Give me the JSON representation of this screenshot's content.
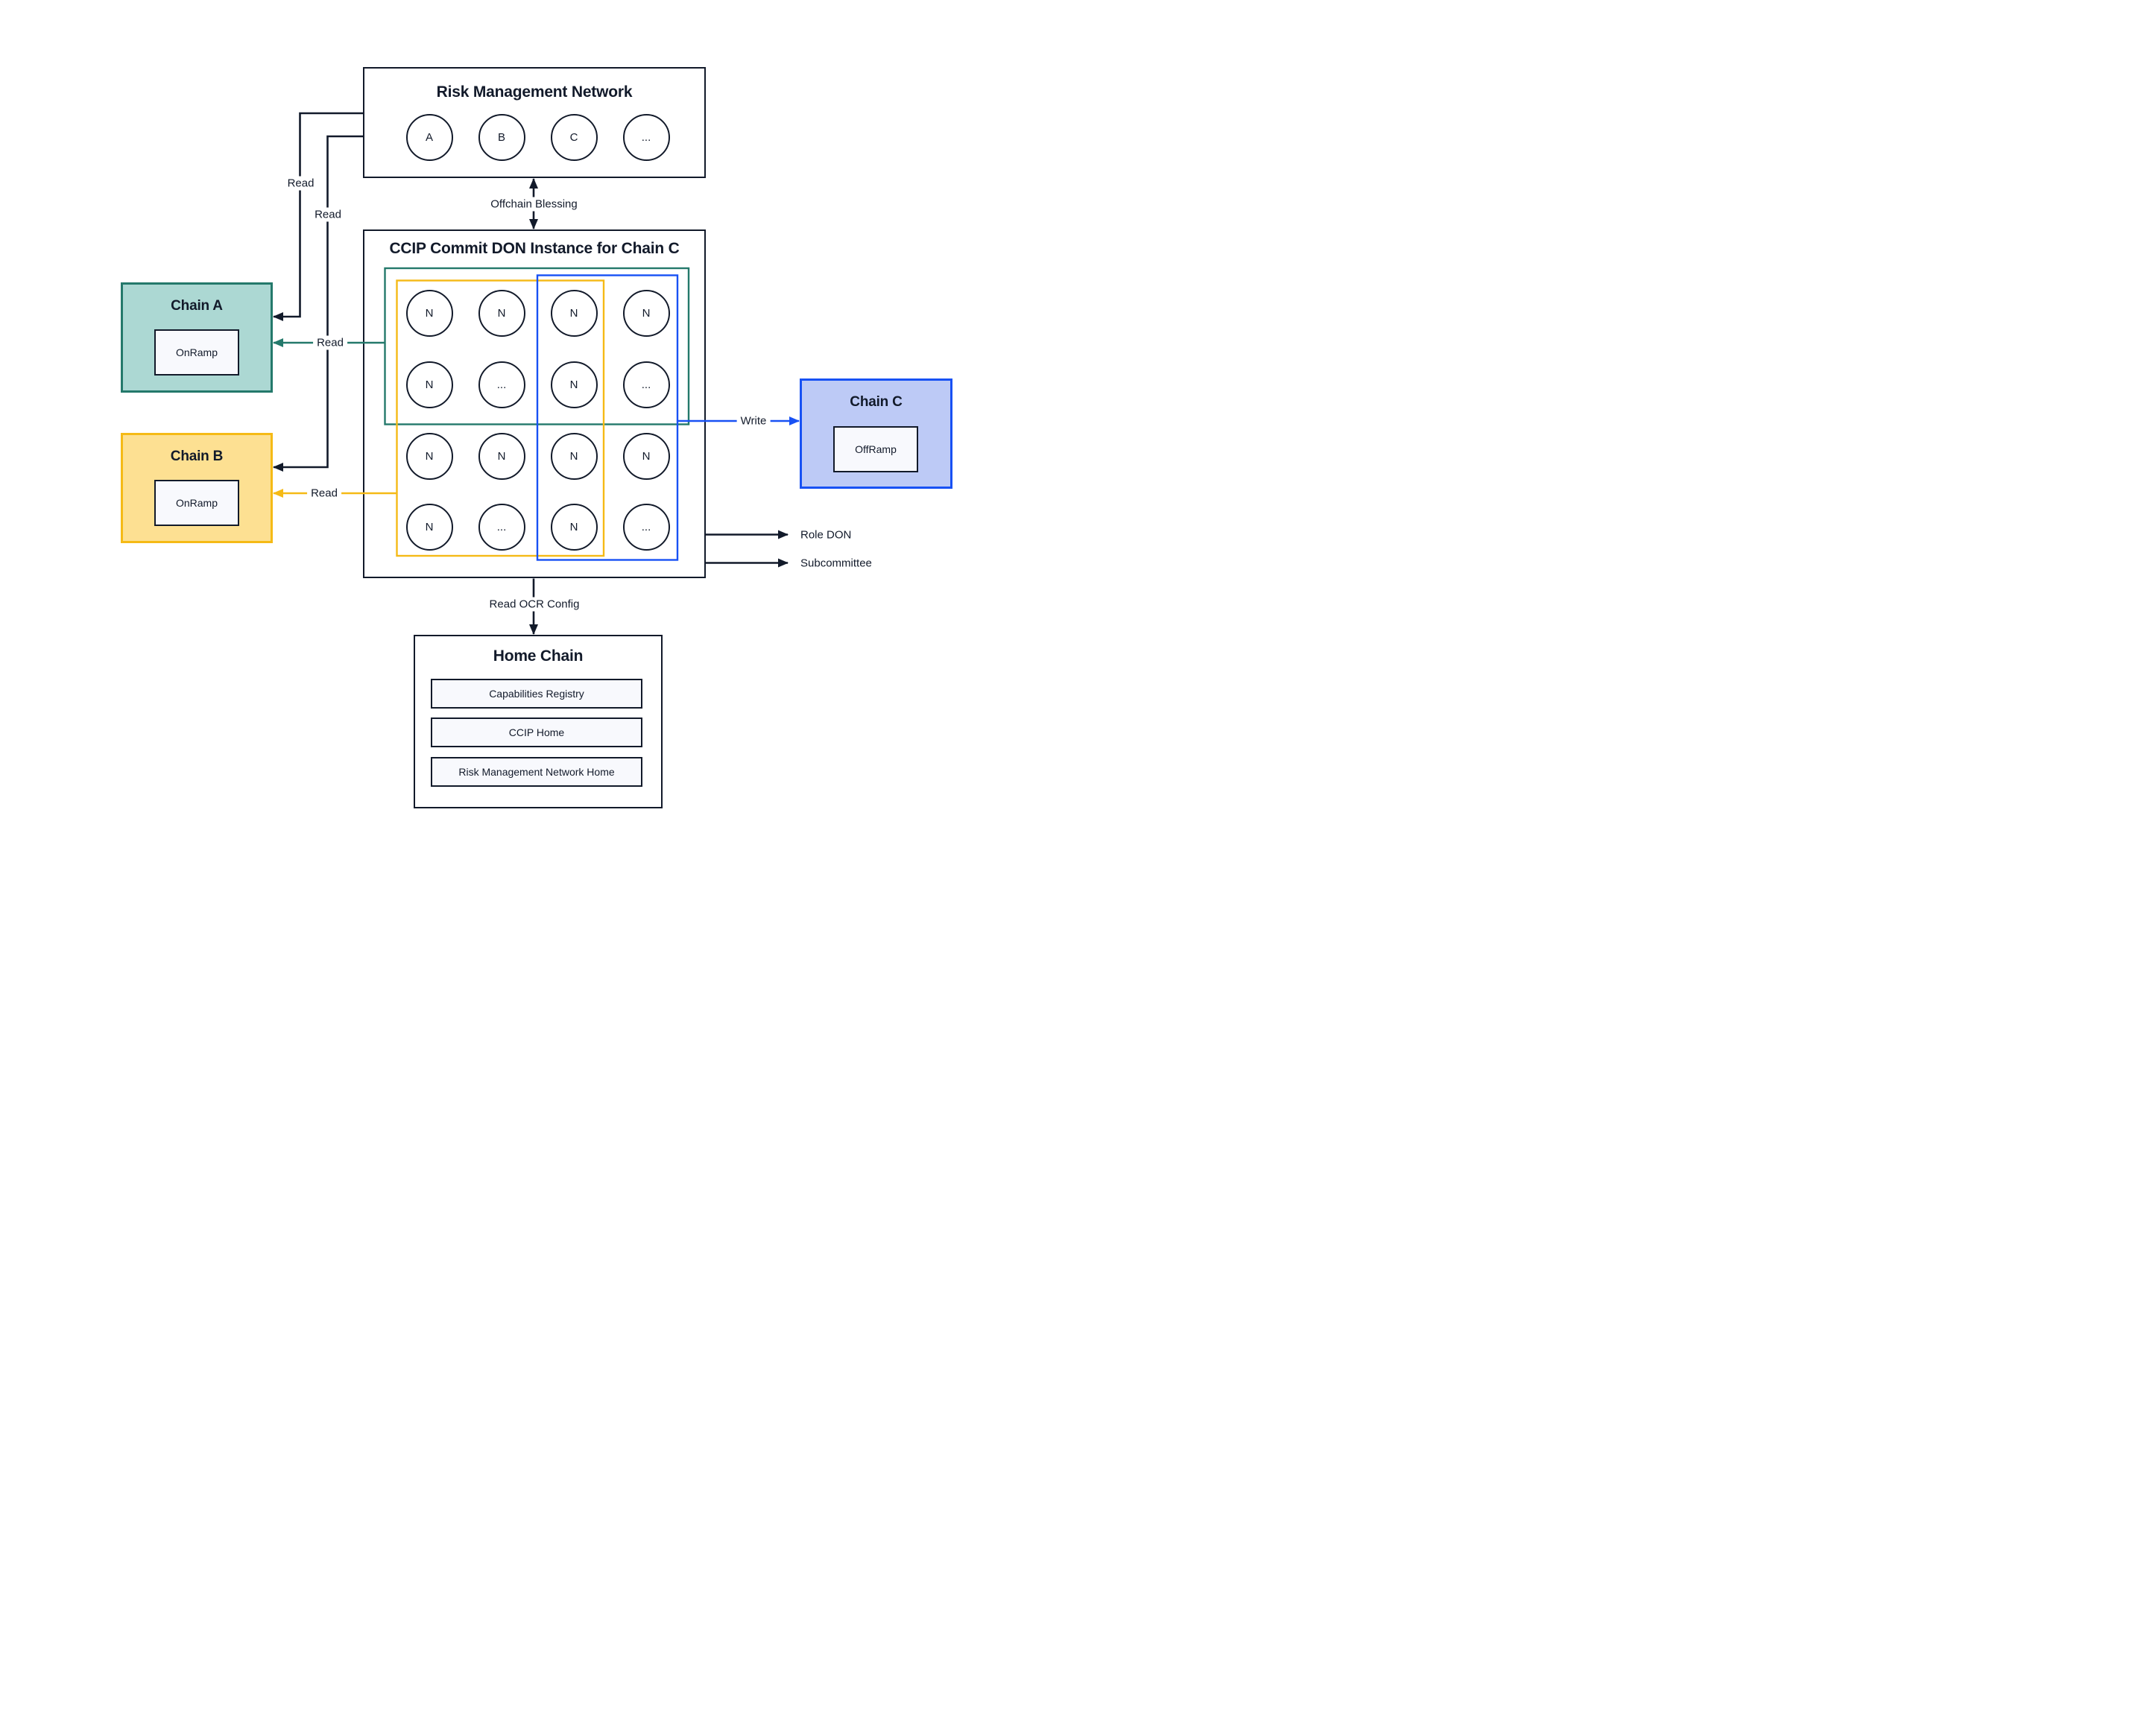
{
  "diagram": {
    "rmn": {
      "title": "Risk Management Network",
      "nodes": [
        "A",
        "B",
        "C",
        "..."
      ]
    },
    "ccip_don": {
      "title": "CCIP Commit DON Instance for Chain C",
      "nodes": [
        "N",
        "N",
        "N",
        "N",
        "N",
        "...",
        "N",
        "...",
        "N",
        "N",
        "N",
        "N",
        "N",
        "...",
        "N",
        "..."
      ]
    },
    "chain_a": {
      "title": "Chain A",
      "contract": "OnRamp"
    },
    "chain_b": {
      "title": "Chain B",
      "contract": "OnRamp"
    },
    "chain_c": {
      "title": "Chain C",
      "contract": "OffRamp"
    },
    "home_chain": {
      "title": "Home Chain",
      "contracts": [
        "Capabilities Registry",
        "CCIP Home",
        "Risk Management Network Home"
      ]
    },
    "labels": {
      "read_rmn_to_a": "Read",
      "read_rmn_to_b": "Read",
      "read_don_to_a": "Read",
      "read_don_to_b": "Read",
      "offchain_blessing": "Offchain Blessing",
      "write": "Write",
      "role_don": "Role DON",
      "subcommittee": "Subcommittee",
      "read_ocr_config": "Read OCR Config"
    },
    "colors": {
      "ink": "#121a2a",
      "teal_border": "#24796b",
      "teal_fill": "#acd8d3",
      "yellow_border": "#f5ba16",
      "yellow_fill": "#fde092",
      "blue_border": "#1851f4",
      "blue_fill": "#bdcaf6",
      "panel_fill": "#f8f9fd"
    }
  }
}
